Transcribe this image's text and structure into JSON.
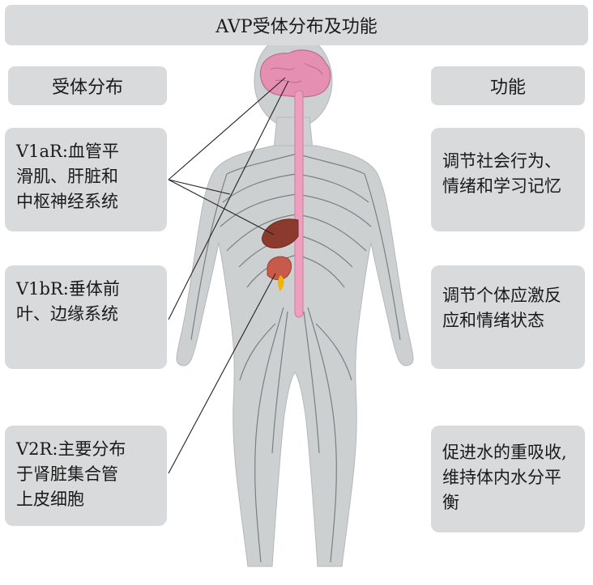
{
  "title": "AVP受体分布及功能",
  "left_header": "受体分布",
  "right_header": "功能",
  "receptors": [
    {
      "text": "V1aR:血管平\n滑肌、肝脏和\n中枢神经系统"
    },
    {
      "text": "V1bR:垂体前\n叶、边缘系统"
    },
    {
      "text": "V2R:主要分布\n于肾脏集合管\n上皮细胞"
    }
  ],
  "functions": [
    {
      "text": "调节社会行为、\n情绪和学习记忆"
    },
    {
      "text": "调节个体应激反\n应和情绪状态"
    },
    {
      "text": "促进水的重吸收,\n维持体内水分平\n衡"
    }
  ],
  "colors": {
    "panel": "#d9dadb",
    "body": "#cdd0d1",
    "nerve": "#7a7f82",
    "brain": "#e58fb3",
    "spinal": "#ee9fbd",
    "liver": "#8d3a2e",
    "kidney": "#c75a4a",
    "adrenal": "#f2b400"
  }
}
